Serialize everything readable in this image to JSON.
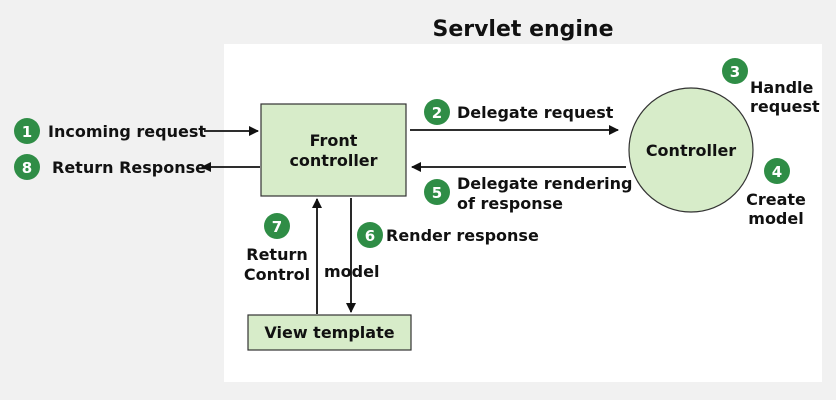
{
  "engine_title": "Servlet engine",
  "nodes": {
    "front_controller": {
      "line1": "Front",
      "line2": "controller"
    },
    "controller": "Controller",
    "view_template": "View template"
  },
  "steps": [
    {
      "num": "1",
      "lines": [
        "Incoming request"
      ]
    },
    {
      "num": "2",
      "lines": [
        "Delegate request"
      ]
    },
    {
      "num": "3",
      "lines": [
        "Handle",
        "request"
      ]
    },
    {
      "num": "4",
      "lines": [
        "Create",
        "model"
      ]
    },
    {
      "num": "5",
      "lines": [
        "Delegate rendering",
        "of response"
      ]
    },
    {
      "num": "6",
      "lines": [
        "Render response"
      ]
    },
    {
      "num": "7",
      "lines": [
        "Return",
        "Control"
      ]
    },
    {
      "num": "8",
      "lines": [
        "Return Response"
      ]
    }
  ],
  "edge_labels": {
    "model": "model"
  },
  "colors": {
    "page_bg": "#f1f1f1",
    "engine_bg": "#ffffff",
    "node_fill": "#d7ecc9",
    "badge": "#2f8d46",
    "badge_text": "#ffffff",
    "text": "#111111"
  }
}
